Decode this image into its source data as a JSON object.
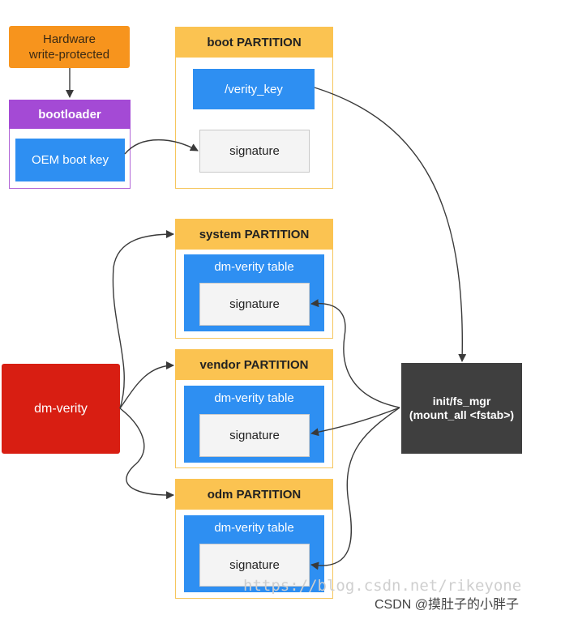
{
  "hardware": {
    "line1": "Hardware",
    "line2": "write-protected"
  },
  "bootloader": {
    "title": "bootloader",
    "key": "OEM boot key"
  },
  "boot_partition": {
    "title": "boot PARTITION",
    "verity_key": "/verity_key",
    "signature": "signature"
  },
  "system_partition": {
    "title": "system PARTITION",
    "table": "dm-verity table",
    "signature": "signature"
  },
  "vendor_partition": {
    "title": "vendor PARTITION",
    "table": "dm-verity table",
    "signature": "signature"
  },
  "odm_partition": {
    "title": "odm PARTITION",
    "table": "dm-verity table",
    "signature": "signature"
  },
  "dm_verity": {
    "label": "dm-verity"
  },
  "init": {
    "line1": "init/fs_mgr",
    "line2": "(mount_all <fstab>)"
  },
  "watermark": {
    "url": "https://blog.csdn.net/rikeyone",
    "brand": "CSDN @摸肚子的小胖子"
  },
  "colors": {
    "hardware": "#f7941d",
    "bootloader": "#a44ad5",
    "key_blue": "#2e8ff2",
    "partition_header": "#fbc351",
    "dm_verity": "#d81e12",
    "init": "#3f3f3f"
  }
}
